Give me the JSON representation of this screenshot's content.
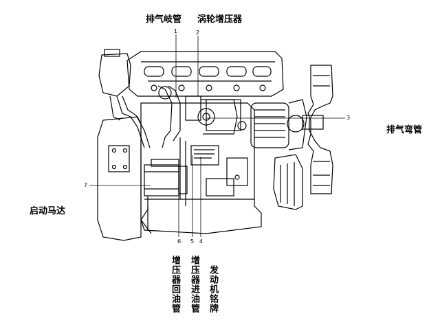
{
  "labels": {
    "exhaust_manifold": "排气岐管",
    "turbocharger": "涡轮增压器",
    "exhaust_elbow": "排气弯管",
    "starter_motor": "启动马达",
    "turbo_oil_return": "增压器回油管",
    "turbo_oil_inlet": "增压器进油管",
    "engine_nameplate": "发动机铭牌"
  },
  "callouts": [
    "1",
    "2",
    "3",
    "4",
    "5",
    "6",
    "7"
  ],
  "colors": {
    "line": "#000000",
    "background": "#ffffff"
  }
}
